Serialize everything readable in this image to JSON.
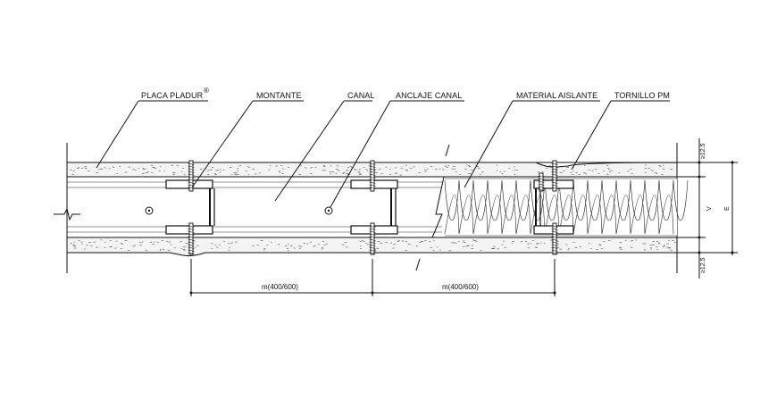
{
  "labels": {
    "placa": "PLACA PLADUR",
    "placa_mark": "®",
    "montante": "MONTANTE",
    "canal": "CANAL",
    "anclaje": "ANCLAJE CANAL",
    "aislante": "MATERIAL AISLANTE",
    "tornillo": "TORNILLO PM"
  },
  "dimensions": {
    "spacing_left": "m(400/600)",
    "spacing_right": "m(400/600)",
    "board_top": "≥12.5",
    "board_bottom": "≥12.5",
    "core": "V",
    "total": "E"
  }
}
